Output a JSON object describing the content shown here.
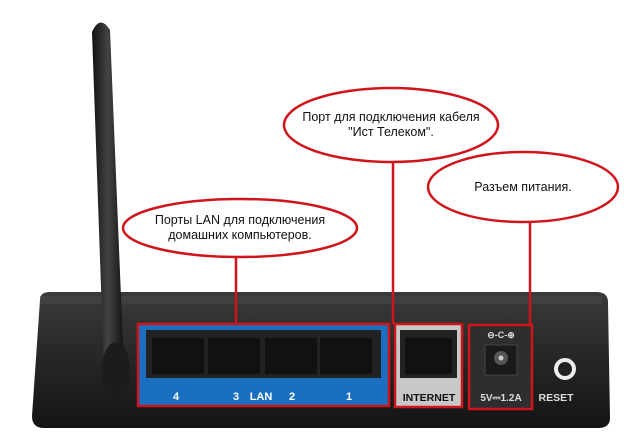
{
  "callouts": {
    "lan": {
      "line1": "Порты LAN для подключения",
      "line2": "домашних компьютеров."
    },
    "internet": {
      "line1": "Порт для подключения кабеля",
      "line2": "\"Ист Телеком\"."
    },
    "power": {
      "line1": "Разъем питания."
    }
  },
  "router": {
    "lan_labels": [
      "4",
      "3",
      "LAN",
      "2",
      "1"
    ],
    "internet_label": "INTERNET",
    "power_label": "5V⎓1.2A",
    "polarity_label": "⊖-C-⊕",
    "reset_label": "RESET"
  },
  "colors": {
    "annotation": "#d0141c",
    "lan_panel": "#1a6fc0",
    "body": "#2a2a2a"
  }
}
